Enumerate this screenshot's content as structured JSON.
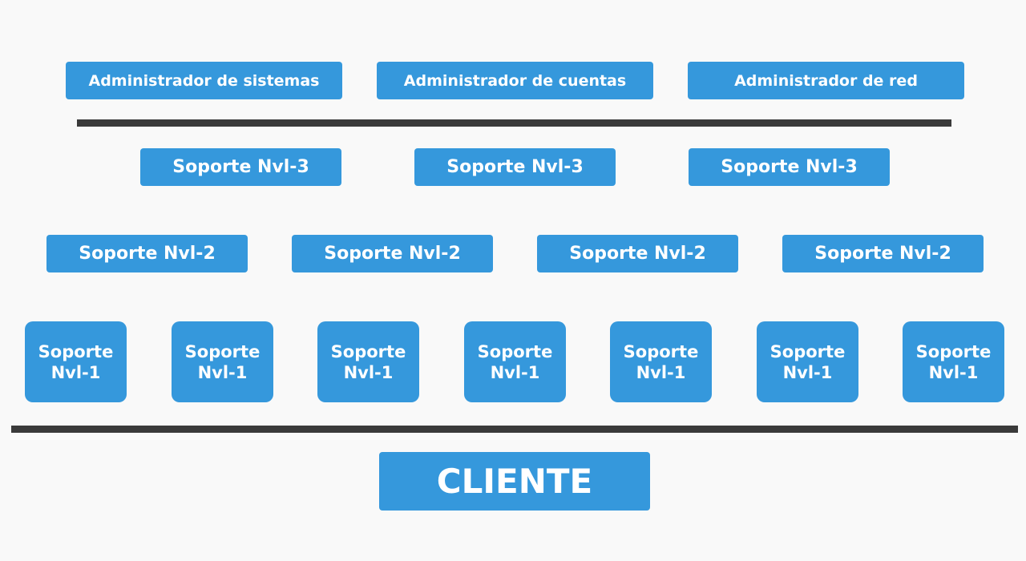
{
  "colors": {
    "box": "#3598dc",
    "text": "#ffffff",
    "divider": "#3a3a3a",
    "background": "#f9f9f9"
  },
  "admins": [
    "Administrador de sistemas",
    "Administrador de cuentas",
    "Administrador de red"
  ],
  "level3": [
    "Soporte Nvl-3",
    "Soporte Nvl-3",
    "Soporte Nvl-3"
  ],
  "level2": [
    "Soporte Nvl-2",
    "Soporte Nvl-2",
    "Soporte Nvl-2",
    "Soporte Nvl-2"
  ],
  "level1": [
    {
      "line1": "Soporte",
      "line2": "Nvl-1"
    },
    {
      "line1": "Soporte",
      "line2": "Nvl-1"
    },
    {
      "line1": "Soporte",
      "line2": "Nvl-1"
    },
    {
      "line1": "Soporte",
      "line2": "Nvl-1"
    },
    {
      "line1": "Soporte",
      "line2": "Nvl-1"
    },
    {
      "line1": "Soporte",
      "line2": "Nvl-1"
    },
    {
      "line1": "Soporte",
      "line2": "Nvl-1"
    }
  ],
  "client": "CLIENTE"
}
